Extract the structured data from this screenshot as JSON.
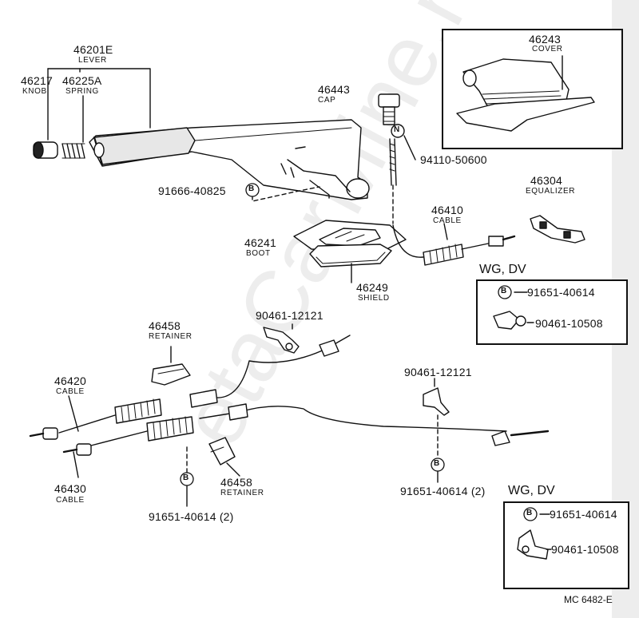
{
  "watermark": "etaCarMine.ru",
  "reference": "MC 6482-E",
  "parts": {
    "lever": {
      "number": "46201E",
      "name": "LEVER"
    },
    "knob": {
      "number": "46217",
      "name": "KNOB"
    },
    "spring": {
      "number": "46225A",
      "name": "SPRING"
    },
    "cap": {
      "number": "46443",
      "name": "CAP"
    },
    "cover": {
      "number": "46243",
      "name": "COVER"
    },
    "rod": {
      "number": "94110-50600"
    },
    "bolt_lever": {
      "number": "91666-40825"
    },
    "equalizer": {
      "number": "46304",
      "name": "EQUALIZER"
    },
    "cable_front": {
      "number": "46410",
      "name": "CABLE"
    },
    "boot": {
      "number": "46241",
      "name": "BOOT"
    },
    "shield": {
      "number": "46249",
      "name": "SHIELD"
    },
    "clamp_top": {
      "number": "90461-12121"
    },
    "retainer_top": {
      "number": "46458",
      "name": "RETAINER"
    },
    "cable_rear_a": {
      "number": "46420",
      "name": "CABLE"
    },
    "cable_rear_b": {
      "number": "46430",
      "name": "CABLE"
    },
    "clamp_right": {
      "number": "90461-12121"
    },
    "retainer_bottom": {
      "number": "46458",
      "name": "RETAINER"
    },
    "bolt_bottom_left": {
      "number": "91651-40614 (2)"
    },
    "bolt_bottom_right": {
      "number": "91651-40614 (2)"
    }
  },
  "markers": {
    "bolt": "B",
    "nut": "N"
  },
  "inset_upper": {
    "title": "WG, DV",
    "bolt": "91651-40614",
    "clamp": "90461-10508"
  },
  "inset_lower": {
    "title": "WG, DV",
    "bolt": "91651-40614",
    "clamp": "90461-10508"
  }
}
